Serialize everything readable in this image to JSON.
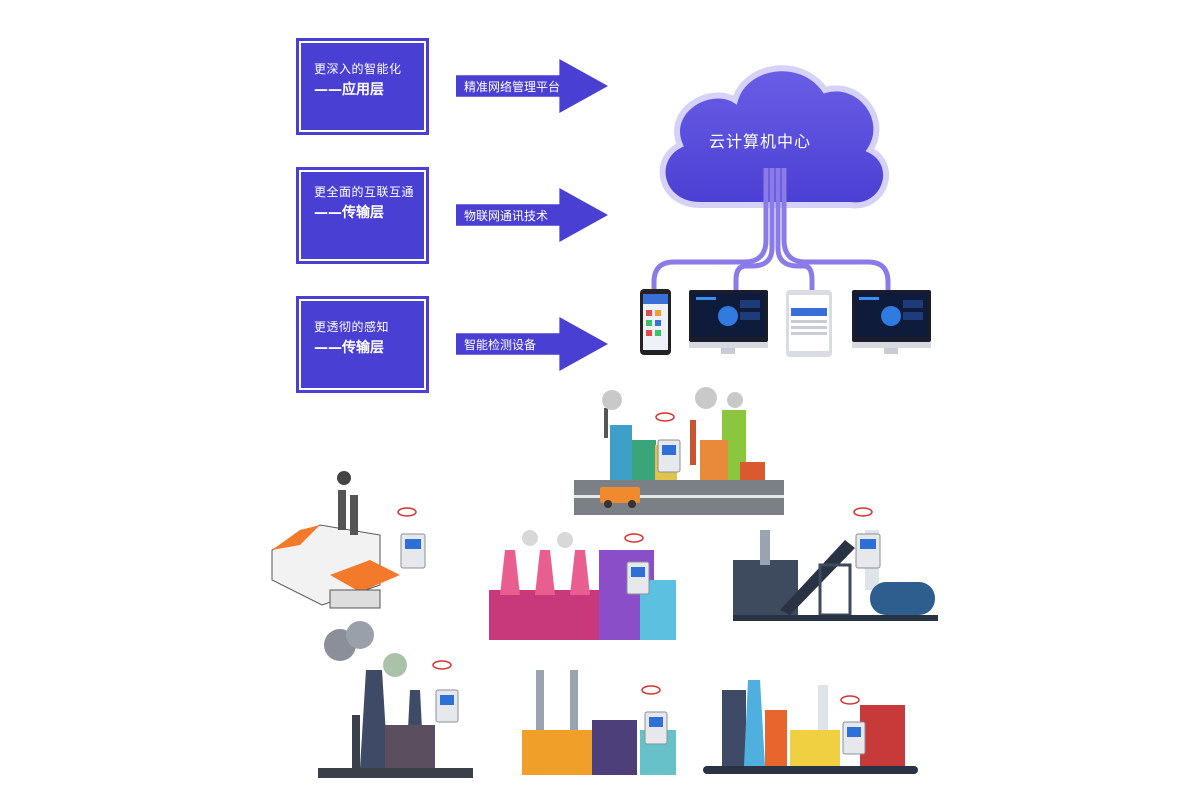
{
  "layers": [
    {
      "line1": "更深入的智能化",
      "line2": "——应用层"
    },
    {
      "line1": "更全面的互联互通",
      "line2": "——传输层"
    },
    {
      "line1": "更透彻的感知",
      "line2": "——传输层"
    }
  ],
  "arrows": [
    "精准网络管理平台",
    "物联网通讯技术",
    "智能检测设备"
  ],
  "cloud": {
    "label": "云计算机中心"
  },
  "colors": {
    "accent": "#4a3fd3",
    "cloud": "#5447db",
    "cable": "#8a7be8"
  }
}
